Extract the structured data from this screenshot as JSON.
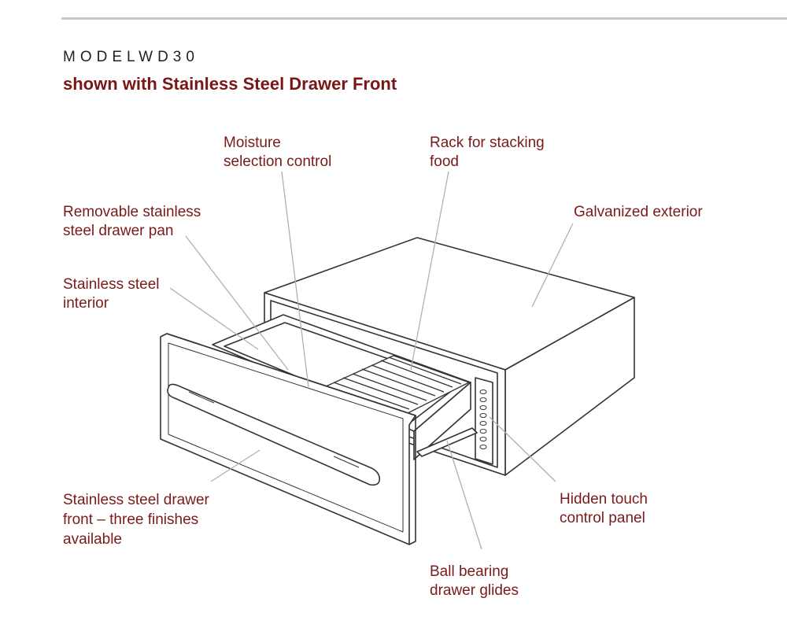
{
  "header": {
    "model": "MODELWD30",
    "subtitle": "shown with Stainless Steel Drawer Front"
  },
  "callouts": {
    "moisture": [
      "Moisture",
      "selection control"
    ],
    "rack": [
      "Rack for stacking",
      "food"
    ],
    "pan": [
      "Removable stainless",
      "steel drawer pan"
    ],
    "exterior": [
      "Galvanized exterior"
    ],
    "interior": [
      "Stainless steel",
      "interior"
    ],
    "front": [
      "Stainless steel drawer",
      "front – three finishes",
      "available"
    ],
    "touch": [
      "Hidden touch",
      "control panel"
    ],
    "glides": [
      "Ball bearing",
      "drawer glides"
    ]
  },
  "colors": {
    "label": "#7a1a1a",
    "title": "#7a1616",
    "line": "#333333",
    "leader": "#b0b0b0"
  }
}
